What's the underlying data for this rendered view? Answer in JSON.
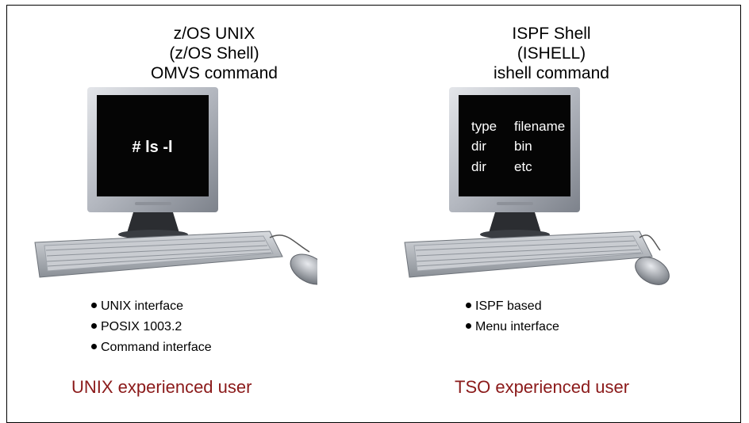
{
  "left": {
    "title_lines": [
      "z/OS UNIX",
      "(z/OS Shell)",
      "OMVS command"
    ],
    "screen_command": "# ls -l",
    "bullets": [
      "UNIX interface",
      "POSIX 1003.2",
      "Command interface"
    ],
    "user_label": "UNIX experienced user"
  },
  "right": {
    "title_lines": [
      "ISPF Shell",
      "(ISHELL)",
      "ishell command"
    ],
    "screen_rows": [
      {
        "type": "type",
        "name": "filename"
      },
      {
        "type": "dir",
        "name": "bin"
      },
      {
        "type": "dir",
        "name": "etc"
      }
    ],
    "bullets": [
      "ISPF based",
      "Menu interface"
    ],
    "user_label": "TSO experienced user"
  },
  "colors": {
    "user_label": "#8b1a1a",
    "screen": "#050505",
    "monitor_body": "#b8bcc4"
  }
}
